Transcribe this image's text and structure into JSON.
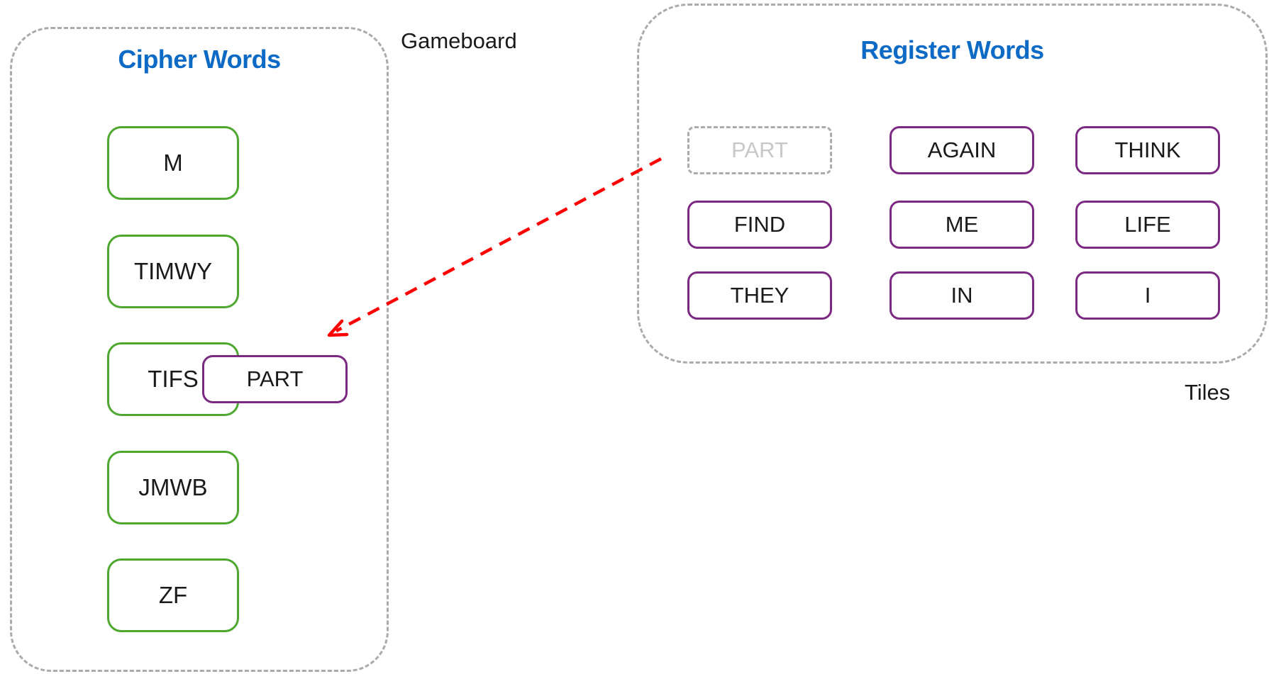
{
  "gameboard": {
    "annotation": "Gameboard",
    "title": "Cipher Words",
    "cipher_words": [
      "M",
      "TIMWY",
      "TIFS",
      "JMWB",
      "ZF"
    ],
    "placed_tile": "PART"
  },
  "register": {
    "annotation": "Tiles",
    "title": "Register Words",
    "empty_slot": "PART",
    "tiles": [
      "AGAIN",
      "THINK",
      "FIND",
      "ME",
      "LIFE",
      "THEY",
      "IN",
      "I"
    ]
  },
  "colors": {
    "title_blue": "#0d6bc5",
    "cipher_green": "#4ea72e",
    "tile_purple": "#7b2982",
    "panel_gray": "#ababab",
    "empty_slot_text": "#c8c8c8",
    "arrow_red": "#ff0000"
  }
}
